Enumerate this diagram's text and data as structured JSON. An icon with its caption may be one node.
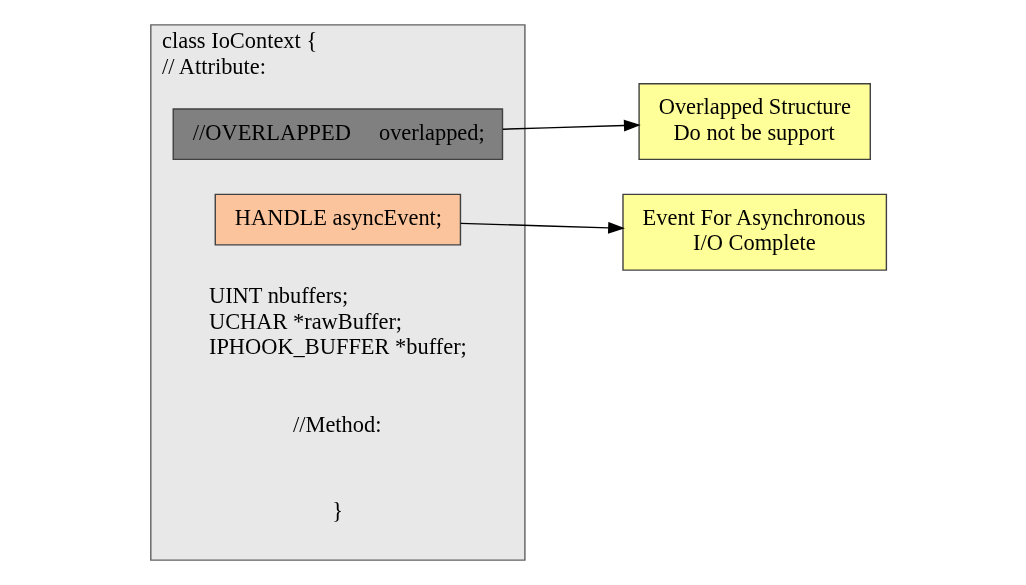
{
  "diagram": {
    "nodes": [
      {
        "text": [
          "class IoContext {",
          "// Attribute:",
          "UINT nbuffers; UCHAR *rawBuffer; IPHOOK_BUFFER *buffer;",
          "//Method:",
          "}"
        ]
      },
      {
        "text": [
          "//OVERLAPPED     overlapped;"
        ],
        "in": 0
      },
      {
        "text": [
          "HANDLE asyncEvent;"
        ],
        "in": 0
      },
      {
        "text": [
          "Overlapped Structure Do not be support"
        ]
      },
      {
        "text": [
          "Event For Asynchronous I/O Complete"
        ]
      }
    ],
    "edges": [
      {
        "from": 1,
        "to": 3,
        "arrow": "to"
      },
      {
        "from": 2,
        "to": 4,
        "arrow": "to"
      }
    ]
  }
}
